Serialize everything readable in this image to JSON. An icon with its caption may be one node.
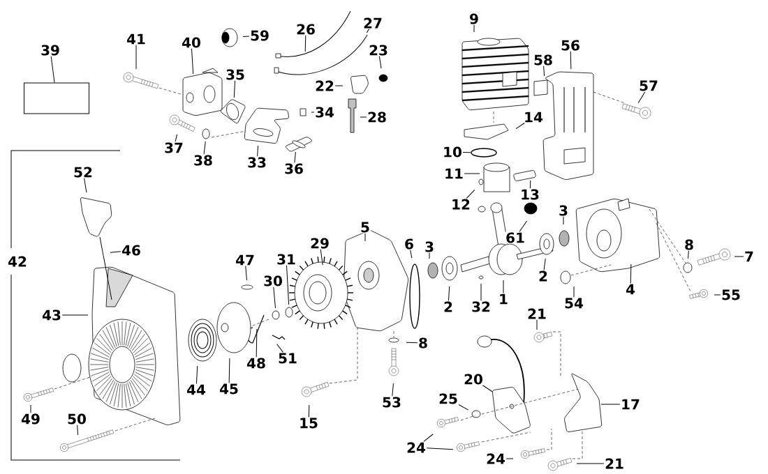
{
  "diagram": {
    "nodes": [
      {
        "text": [
          "39"
        ]
      },
      {
        "text": [],
        "shape": "box"
      },
      {
        "text": [
          "41"
        ]
      },
      {
        "text": [
          "40"
        ]
      },
      {
        "text": [
          "59"
        ]
      },
      {
        "text": [
          "26"
        ]
      },
      {
        "text": [
          "27"
        ]
      },
      {
        "text": [
          "9"
        ]
      },
      {
        "text": [
          "56"
        ]
      },
      {
        "text": [
          "23"
        ]
      },
      {
        "text": [
          "58"
        ]
      },
      {
        "text": [
          "22"
        ]
      },
      {
        "text": [
          "35"
        ]
      },
      {
        "text": [
          "57"
        ]
      },
      {
        "text": [
          "34"
        ]
      },
      {
        "text": [
          "28"
        ]
      },
      {
        "text": [
          "14"
        ]
      },
      {
        "text": [
          "37"
        ]
      },
      {
        "text": [
          "10"
        ]
      },
      {
        "text": [
          "38"
        ]
      },
      {
        "text": [
          "33"
        ]
      },
      {
        "text": [
          "36"
        ]
      },
      {
        "text": [
          "11"
        ]
      },
      {
        "text": [
          "52"
        ]
      },
      {
        "text": [
          "13"
        ]
      },
      {
        "text": [
          "12"
        ]
      },
      {
        "text": [
          "3"
        ]
      },
      {
        "text": [
          "5"
        ]
      },
      {
        "text": [
          "61"
        ]
      },
      {
        "text": [
          "29"
        ]
      },
      {
        "text": [
          "6"
        ]
      },
      {
        "text": [
          "8"
        ]
      },
      {
        "text": [
          "3"
        ]
      },
      {
        "text": [
          "46"
        ]
      },
      {
        "text": [
          "7"
        ]
      },
      {
        "text": [
          "47"
        ]
      },
      {
        "text": [
          "31"
        ]
      },
      {
        "text": [
          "30"
        ]
      },
      {
        "text": [
          "2"
        ]
      },
      {
        "text": [
          "4"
        ]
      },
      {
        "text": [
          "55"
        ]
      },
      {
        "text": [
          "1"
        ]
      },
      {
        "text": [
          "54"
        ]
      },
      {
        "text": [
          "2"
        ]
      },
      {
        "text": [
          "32"
        ]
      },
      {
        "text": [
          "43"
        ]
      },
      {
        "text": [
          "21"
        ]
      },
      {
        "text": [
          "8"
        ]
      },
      {
        "text": [
          "51"
        ]
      },
      {
        "text": [
          "48"
        ]
      },
      {
        "text": [
          "20"
        ]
      },
      {
        "text": [
          "44"
        ]
      },
      {
        "text": [
          "45"
        ]
      },
      {
        "text": [
          "25"
        ]
      },
      {
        "text": [
          "53"
        ]
      },
      {
        "text": [
          "17"
        ]
      },
      {
        "text": [
          "49"
        ]
      },
      {
        "text": [
          "50"
        ]
      },
      {
        "text": [
          "15"
        ]
      },
      {
        "text": [
          "24"
        ]
      },
      {
        "text": [
          "24"
        ]
      },
      {
        "text": [
          "21"
        ]
      }
    ],
    "edges": [
      {
        "from": 0,
        "to": 1,
        "arrow": "none"
      },
      {
        "from": 2,
        "to": null,
        "arrow": "none"
      },
      {
        "from": 3,
        "to": null,
        "arrow": "none"
      },
      {
        "from": 4,
        "to": null,
        "arrow": "none"
      },
      {
        "from": 5,
        "to": null,
        "arrow": "none"
      },
      {
        "from": 6,
        "to": null,
        "arrow": "none"
      },
      {
        "from": 7,
        "to": null,
        "arrow": "none"
      },
      {
        "from": 8,
        "to": null,
        "arrow": "none"
      },
      {
        "from": 9,
        "to": null,
        "arrow": "none"
      },
      {
        "from": 10,
        "to": null,
        "arrow": "none"
      },
      {
        "from": 11,
        "to": null,
        "arrow": "none"
      },
      {
        "from": 12,
        "to": null,
        "arrow": "none"
      },
      {
        "from": 13,
        "to": null,
        "arrow": "none"
      },
      {
        "from": 14,
        "to": null,
        "arrow": "none"
      },
      {
        "from": 15,
        "to": null,
        "arrow": "none"
      },
      {
        "from": 16,
        "to": null,
        "arrow": "none"
      },
      {
        "from": 17,
        "to": null,
        "arrow": "none"
      },
      {
        "from": 18,
        "to": null,
        "arrow": "none"
      },
      {
        "from": 19,
        "to": null,
        "arrow": "none"
      },
      {
        "from": 20,
        "to": null,
        "arrow": "none"
      },
      {
        "from": 21,
        "to": null,
        "arrow": "none"
      },
      {
        "from": 22,
        "to": null,
        "arrow": "none"
      },
      {
        "from": 23,
        "to": null,
        "arrow": "none"
      },
      {
        "from": 24,
        "to": null,
        "arrow": "none"
      },
      {
        "from": 25,
        "to": null,
        "arrow": "none"
      },
      {
        "from": 26,
        "to": null,
        "arrow": "none"
      },
      {
        "from": 27,
        "to": null,
        "arrow": "none"
      },
      {
        "from": 28,
        "to": null,
        "arrow": "none"
      },
      {
        "from": 29,
        "to": null,
        "arrow": "none"
      },
      {
        "from": 30,
        "to": null,
        "arrow": "none"
      },
      {
        "from": 31,
        "to": null,
        "arrow": "none"
      },
      {
        "from": 32,
        "to": null,
        "arrow": "none"
      },
      {
        "from": 33,
        "to": null,
        "arrow": "none"
      },
      {
        "from": 34,
        "to": null,
        "arrow": "none"
      },
      {
        "from": 35,
        "to": null,
        "arrow": "none"
      },
      {
        "from": 36,
        "to": null,
        "arrow": "none"
      },
      {
        "from": 37,
        "to": null,
        "arrow": "none"
      },
      {
        "from": 38,
        "to": null,
        "arrow": "none"
      },
      {
        "from": 39,
        "to": null,
        "arrow": "none"
      },
      {
        "from": 40,
        "to": null,
        "arrow": "none"
      },
      {
        "from": 41,
        "to": null,
        "arrow": "none"
      },
      {
        "from": 42,
        "to": null,
        "arrow": "none"
      },
      {
        "from": 43,
        "to": null,
        "arrow": "none"
      },
      {
        "from": 44,
        "to": null,
        "arrow": "none"
      },
      {
        "from": 45,
        "to": null,
        "arrow": "none"
      },
      {
        "from": 46,
        "to": null,
        "arrow": "none"
      },
      {
        "from": 47,
        "to": null,
        "arrow": "none"
      },
      {
        "from": 48,
        "to": null,
        "arrow": "none"
      },
      {
        "from": 49,
        "to": null,
        "arrow": "none"
      },
      {
        "from": 50,
        "to": null,
        "arrow": "none"
      },
      {
        "from": 51,
        "to": null,
        "arrow": "none"
      },
      {
        "from": 52,
        "to": null,
        "arrow": "none"
      },
      {
        "from": 53,
        "to": null,
        "arrow": "none"
      },
      {
        "from": 54,
        "to": null,
        "arrow": "none"
      },
      {
        "from": 55,
        "to": null,
        "arrow": "none"
      },
      {
        "from": 56,
        "to": null,
        "arrow": "none"
      },
      {
        "from": 57,
        "to": null,
        "arrow": "none"
      },
      {
        "from": 58,
        "to": null,
        "arrow": "none"
      },
      {
        "from": 59,
        "to": null,
        "arrow": "none"
      },
      {
        "from": 59,
        "to": null,
        "arrow": "none"
      },
      {
        "from": 60,
        "to": null,
        "arrow": "none"
      },
      {
        "from": 61,
        "to": null,
        "arrow": "none"
      }
    ],
    "labels": [
      "42"
    ]
  }
}
